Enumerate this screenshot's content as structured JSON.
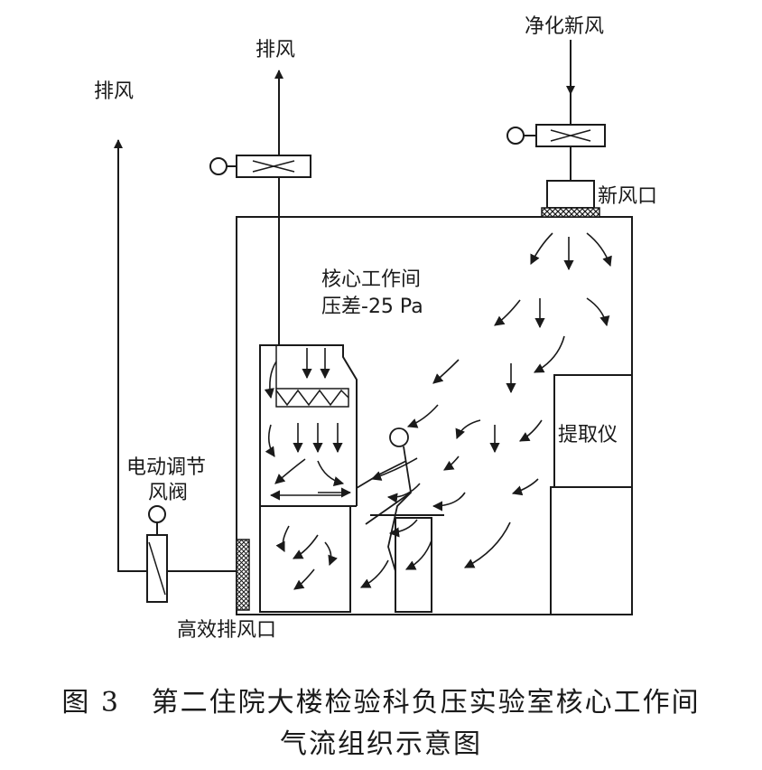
{
  "labels": {
    "exhaust_left": "排风",
    "exhaust_center": "排风",
    "fresh_air": "净化新风",
    "fresh_air_outlet": "新风口",
    "room_name": "核心工作间",
    "pressure_diff": "压差-25 Pa",
    "extractor": "提取仪",
    "electric_damper_line1": "电动调节",
    "electric_damper_line2": "风阀",
    "hepa_exhaust": "高效排风口"
  },
  "caption": {
    "line1": "图 3   第二住院大楼检验科负压实验室核心工作间",
    "line2": "气流组织示意图"
  }
}
